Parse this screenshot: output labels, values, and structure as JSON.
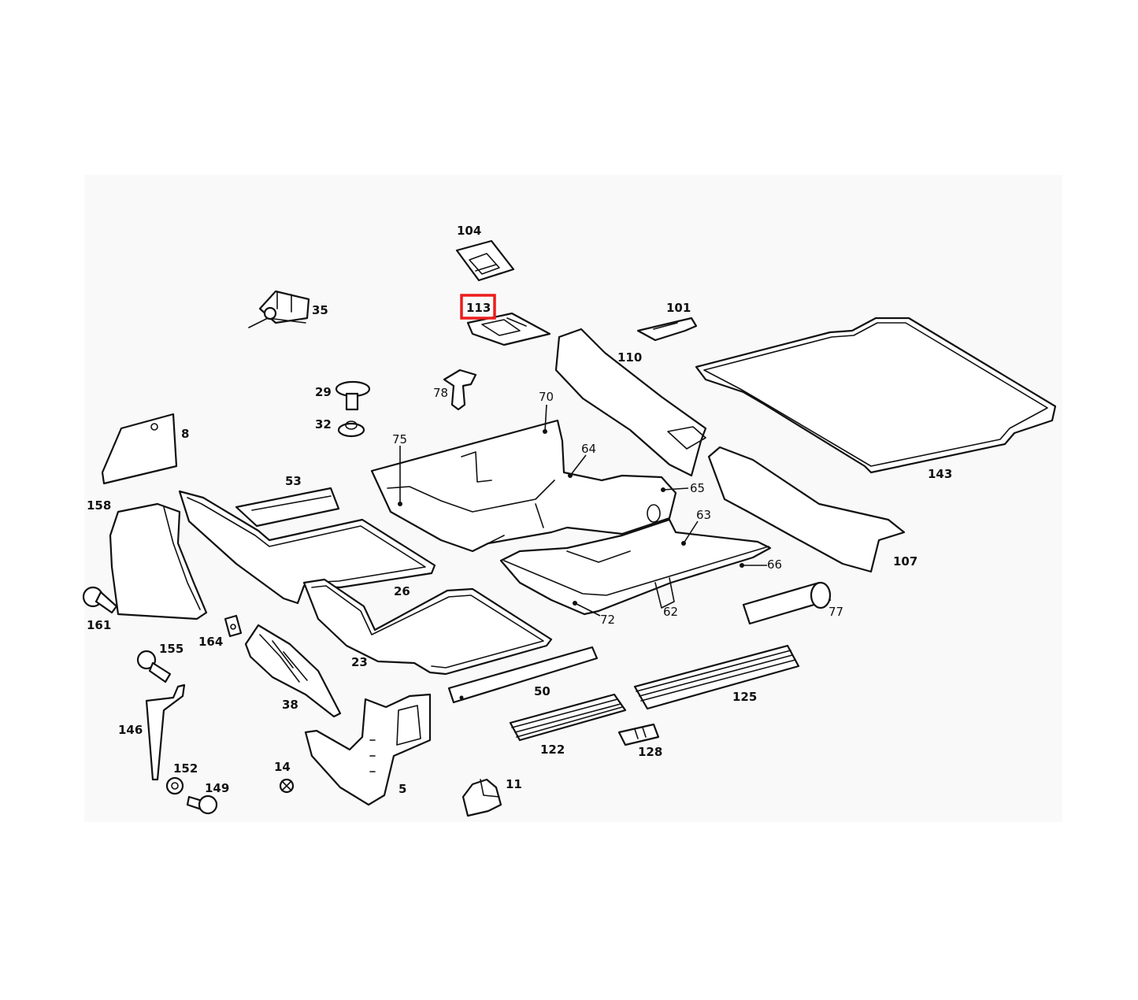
{
  "highlight_color": "#ec1c1c",
  "labels": {
    "p104": "104",
    "p113": "113",
    "p101": "101",
    "p35": "35",
    "p110": "110",
    "p29": "29",
    "p78": "78",
    "p70": "70",
    "p32": "32",
    "p8": "8",
    "p75": "75",
    "p64": "64",
    "p143": "143",
    "p65": "65",
    "p53": "53",
    "p158": "158",
    "p63": "63",
    "p107": "107",
    "p66": "66",
    "p26": "26",
    "p161": "161",
    "p62": "62",
    "p72": "72",
    "p77": "77",
    "p164": "164",
    "p155": "155",
    "p23": "23",
    "p50": "50",
    "p125": "125",
    "p38": "38",
    "p146": "146",
    "p122": "122",
    "p128": "128",
    "p152": "152",
    "p14": "14",
    "p149": "149",
    "p5": "5",
    "p11": "11"
  },
  "highlighted_part": "113"
}
